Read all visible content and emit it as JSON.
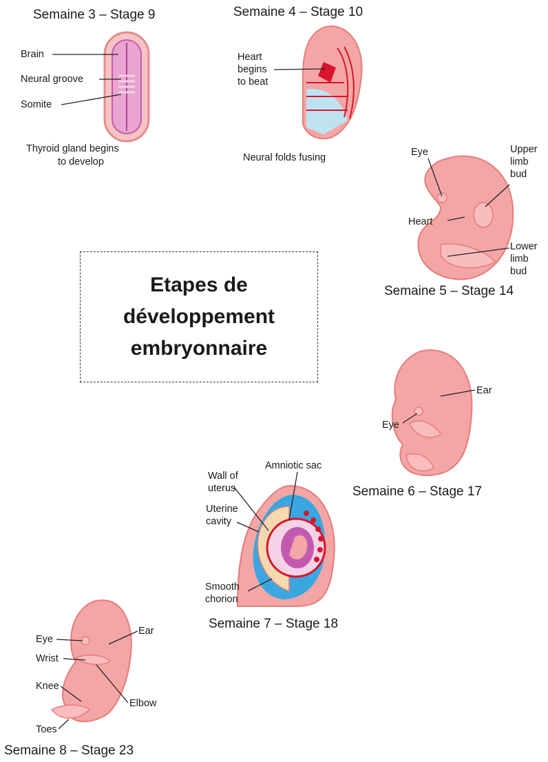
{
  "title": {
    "line1": "Etapes de",
    "line2": "développement",
    "line3": "embryonnaire"
  },
  "stages": [
    {
      "caption": "Semaine 3 – Stage 9",
      "labels": [
        "Brain",
        "Neural groove",
        "Somite"
      ],
      "note_line1": "Thyroid gland begins",
      "note_line2": "to develop"
    },
    {
      "caption": "Semaine 4 – Stage 10",
      "labels": [
        "Heart",
        "begins",
        "to beat"
      ],
      "note": "Neural folds fusing"
    },
    {
      "caption": "Semaine 5 – Stage 14",
      "labels": [
        "Eye",
        "Upper",
        "limb",
        "bud",
        "Heart",
        "Lower",
        "limb",
        "bud"
      ]
    },
    {
      "caption": "Semaine 6 – Stage 17",
      "labels": [
        "Ear",
        "Eye"
      ]
    },
    {
      "caption": "Semaine 7 – Stage 18",
      "labels": [
        "Amniotic sac",
        "Wall of",
        "uterus",
        "Uterine",
        "cavity",
        "Smooth",
        "chorion"
      ]
    },
    {
      "caption": "Semaine 8 – Stage 23",
      "labels": [
        "Eye",
        "Ear",
        "Wrist",
        "Knee",
        "Elbow",
        "Toes"
      ]
    }
  ],
  "colors": {
    "tissue": "#f4a6a6",
    "tissue_dark": "#e77b7b",
    "vessel": "#d9142b",
    "fluid": "#3aa7e0",
    "neural": "#c25bb0"
  }
}
